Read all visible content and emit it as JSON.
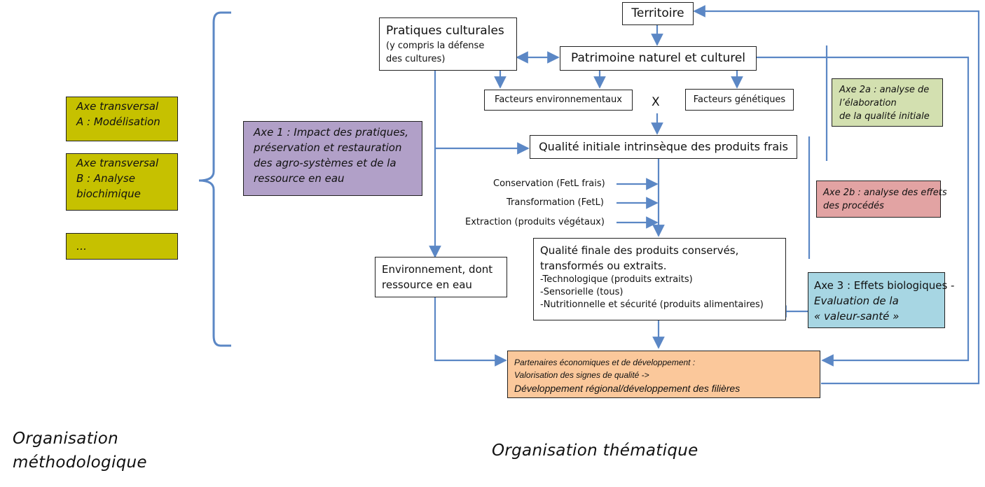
{
  "left": {
    "axe_a": [
      "Axe  transversal",
      "A : Modélisation"
    ],
    "axe_b": [
      "Axe  transversal",
      "B : Analyse",
      "biochimique"
    ],
    "axe_etc": "…",
    "axe1": [
      "Axe 1 : Impact des pratiques,",
      "préservation et restauration",
      "des agro-systèmes et de la",
      "ressource en eau"
    ]
  },
  "nodes": {
    "territoire": "Territoire",
    "pratiques_title": "Pratiques culturales",
    "pratiques_sub": [
      "(y compris la défense",
      "des cultures)"
    ],
    "patrimoine": "Patrimoine naturel et culturel",
    "fact_env": "Facteurs environnementaux",
    "x_mark": "X",
    "fact_gen": "Facteurs génétiques",
    "qual_init": "Qualité initiale intrinsèque des produits frais",
    "conservation": "Conservation (FetL frais)",
    "transformation": "Transformation (FetL)",
    "extraction": "Extraction (produits végétaux)",
    "qual_final_lines": [
      "Qualité finale des produits conservés,",
      "transformés ou extraits."
    ],
    "qual_final_items": [
      "-Technologique (produits extraits)",
      "-Sensorielle (tous)",
      "-Nutritionnelle et sécurité (produits alimentaires)"
    ],
    "environnement": [
      "Environnement, dont",
      "ressource en eau"
    ],
    "partenaires_lines": [
      "Partenaires économiques et de développement :",
      "Valorisation des signes de qualité ->"
    ],
    "partenaires_last": "Développement régional/développement des filières"
  },
  "axes": {
    "axe2a": [
      "Axe 2a : analyse de",
      "l’élaboration",
      "de la qualité initiale"
    ],
    "axe2b": [
      "Axe 2b : analyse des effets",
      "des procédés"
    ],
    "axe3": [
      "Axe 3 : Effets biologiques -",
      "Evaluation de la",
      "« valeur-santé »"
    ]
  },
  "captions": {
    "methodo": [
      "Organisation",
      "méthodologique"
    ],
    "thematique": "Organisation thématique"
  },
  "colors": {
    "arrow": "#5b87c5",
    "axe_transversal": "#c6c100",
    "axe1": "#b1a0c8",
    "axe2a": "#d3e0b0",
    "axe2b": "#e2a3a3",
    "axe3": "#a7d6e3",
    "partenaires": "#fbc89b"
  }
}
